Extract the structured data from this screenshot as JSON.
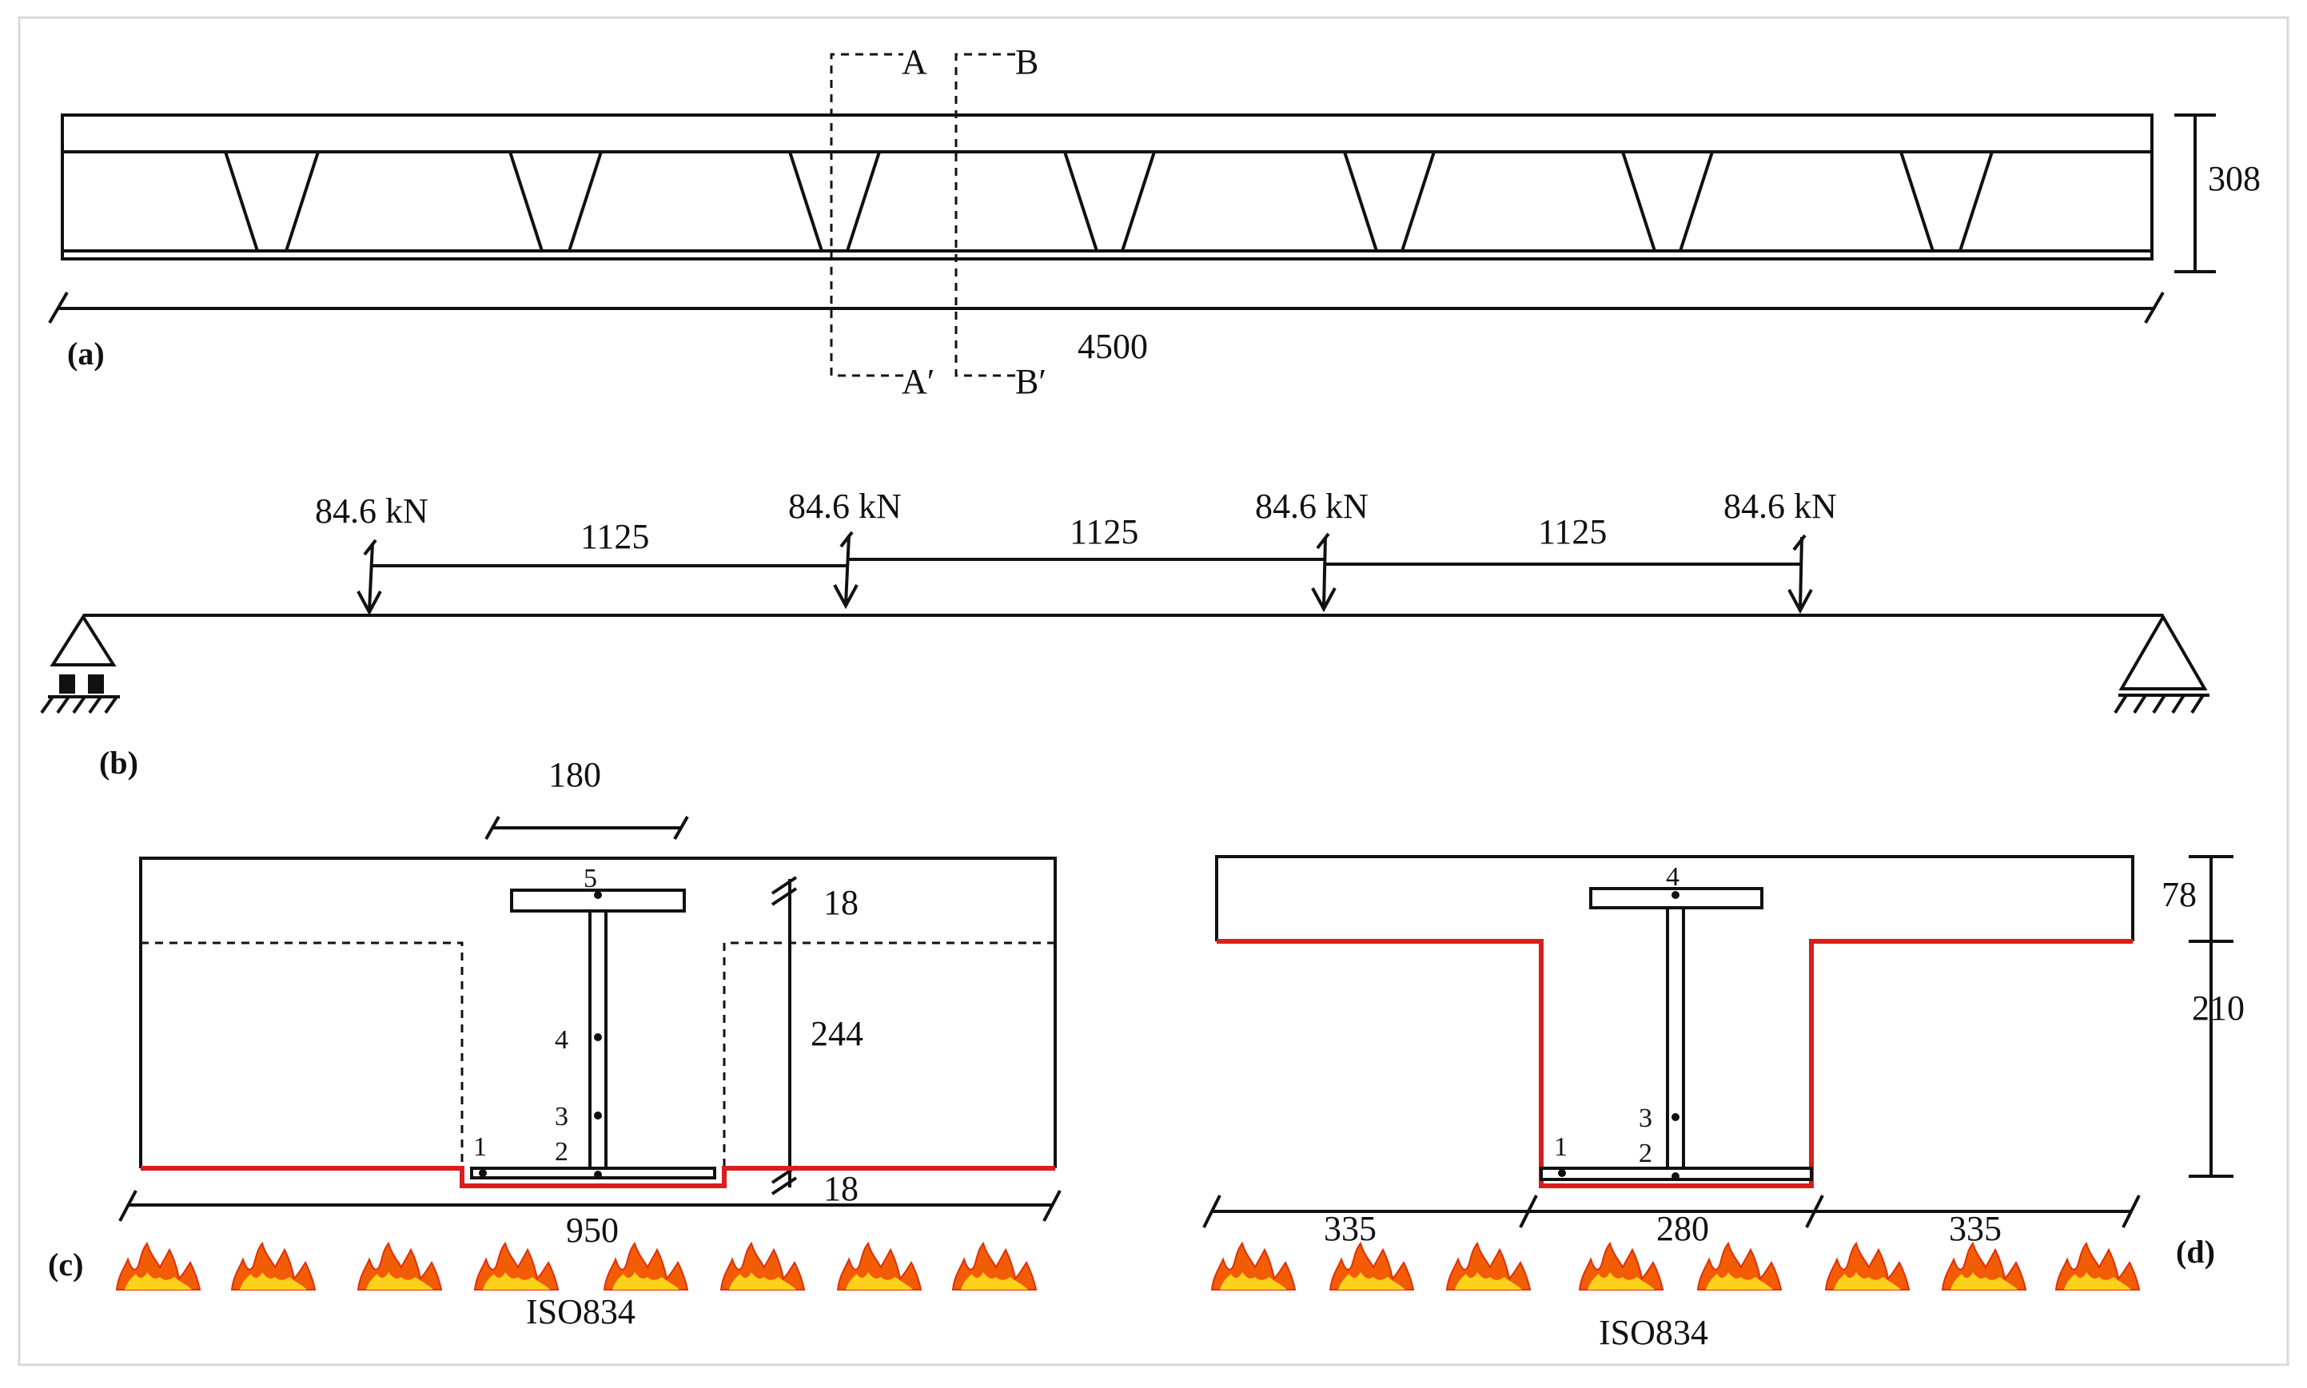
{
  "panel_a": {
    "tag": "(a)",
    "section_a": "A",
    "section_a_prime": "A′",
    "section_b": "B",
    "section_b_prime": "B′",
    "height_dim": "308",
    "length_dim": "4500"
  },
  "panel_b": {
    "tag": "(b)",
    "loads": [
      "84.6 kN",
      "84.6 kN",
      "84.6 kN",
      "84.6 kN"
    ],
    "spacings": [
      "1125",
      "1125",
      "1125"
    ]
  },
  "panel_c": {
    "tag": "(c)",
    "flange_width": "180",
    "top_flange_thk": "18",
    "web_height": "244",
    "bottom_flange_thk": "18",
    "slab_width": "950",
    "points": [
      "1",
      "2",
      "3",
      "4",
      "5"
    ],
    "fire_label": "ISO834"
  },
  "panel_d": {
    "tag": "(d)",
    "flange_depth": "78",
    "rib_depth": "210",
    "widths": [
      "335",
      "280",
      "335"
    ],
    "points": [
      "1",
      "2",
      "3",
      "4"
    ],
    "fire_label": "ISO834"
  },
  "colors": {
    "line": "#111111",
    "fire_exposed": "#d81e1e",
    "flame_outer": "#f25c05",
    "flame_inner": "#ffd21a"
  }
}
